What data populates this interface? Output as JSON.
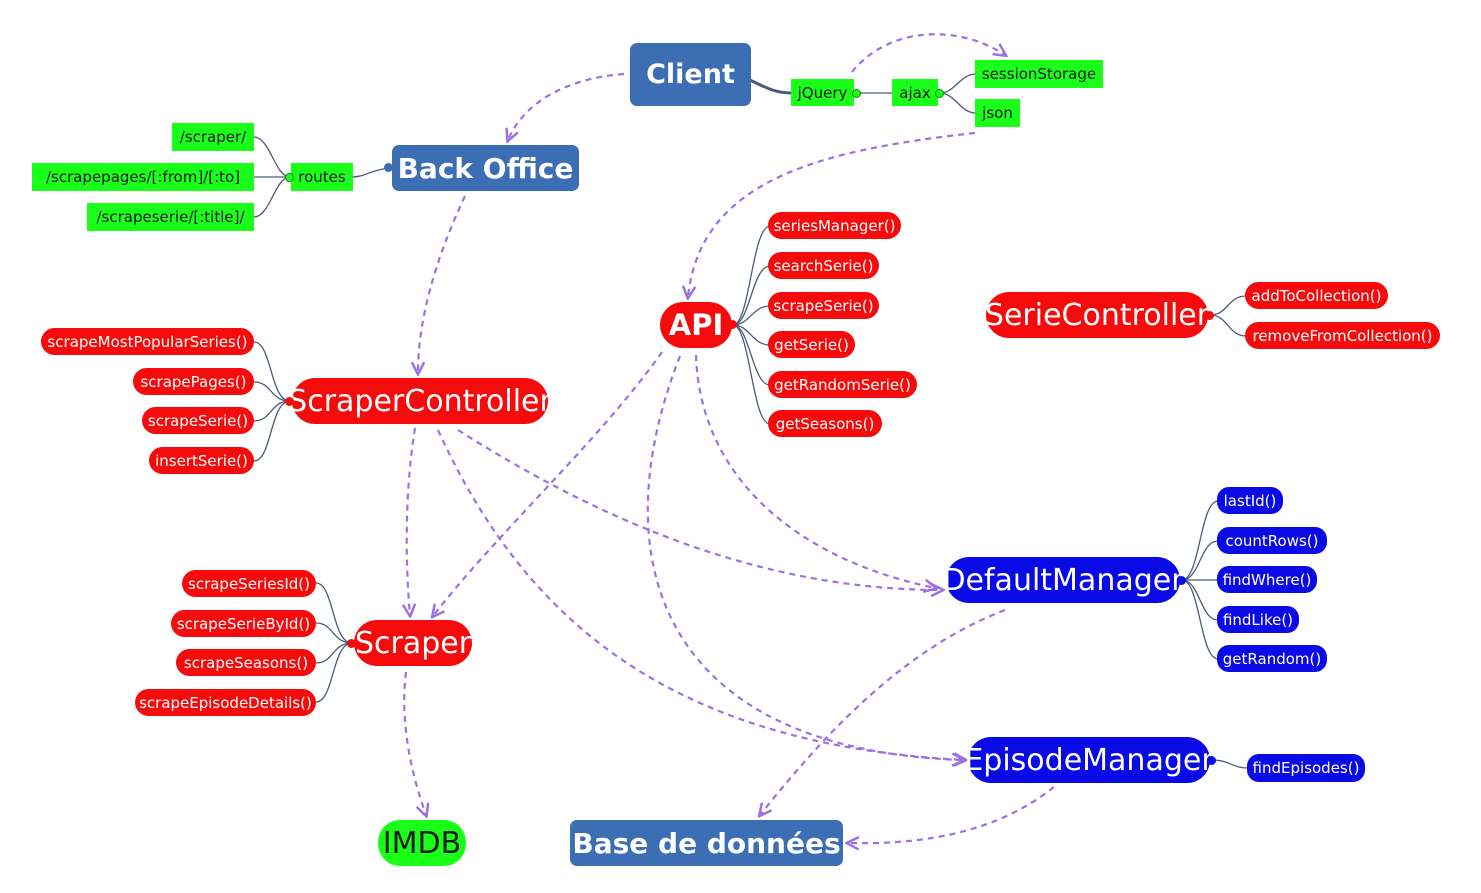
{
  "colors": {
    "hub_blue": "#3c6eb4",
    "red": "#f50b0b",
    "blue": "#0a0ae6",
    "green": "#1aff1a",
    "dashed_arrow": "#9b72e0",
    "connector": "#4a5a7a"
  },
  "client": {
    "label": "Client",
    "children": [
      "jQuery",
      "ajax",
      "sessionStorage",
      "json"
    ]
  },
  "back_office": {
    "label": "Back Office",
    "routes_label": "routes",
    "routes": [
      "/scraper/",
      "/scrapepages/[:from]/[:to]",
      "/scrapeserie/[:title]/"
    ]
  },
  "api": {
    "label": "API",
    "methods": [
      "seriesManager()",
      "searchSerie()",
      "scrapeSerie()",
      "getSerie()",
      "getRandomSerie()",
      "getSeasons()"
    ]
  },
  "serie_controller": {
    "label": "SerieController",
    "methods": [
      "addToCollection()",
      "removeFromCollection()"
    ]
  },
  "scraper_controller": {
    "label": "ScraperController",
    "methods": [
      "scrapeMostPopularSeries()",
      "scrapePages()",
      "scrapeSerie()",
      "insertSerie()"
    ]
  },
  "default_manager": {
    "label": "DefaultManager",
    "methods": [
      "lastId()",
      "countRows()",
      "findWhere()",
      "findLike()",
      "getRandom()"
    ]
  },
  "scraper": {
    "label": "Scraper",
    "methods": [
      "scrapeSeriesId()",
      "scrapeSerieById()",
      "scrapeSeasons()",
      "scrapeEpisodeDetails()"
    ]
  },
  "episode_manager": {
    "label": "EpisodeManager",
    "methods": [
      "findEpisodes()"
    ]
  },
  "imdb": {
    "label": "IMDB"
  },
  "database": {
    "label": "Base de données"
  }
}
